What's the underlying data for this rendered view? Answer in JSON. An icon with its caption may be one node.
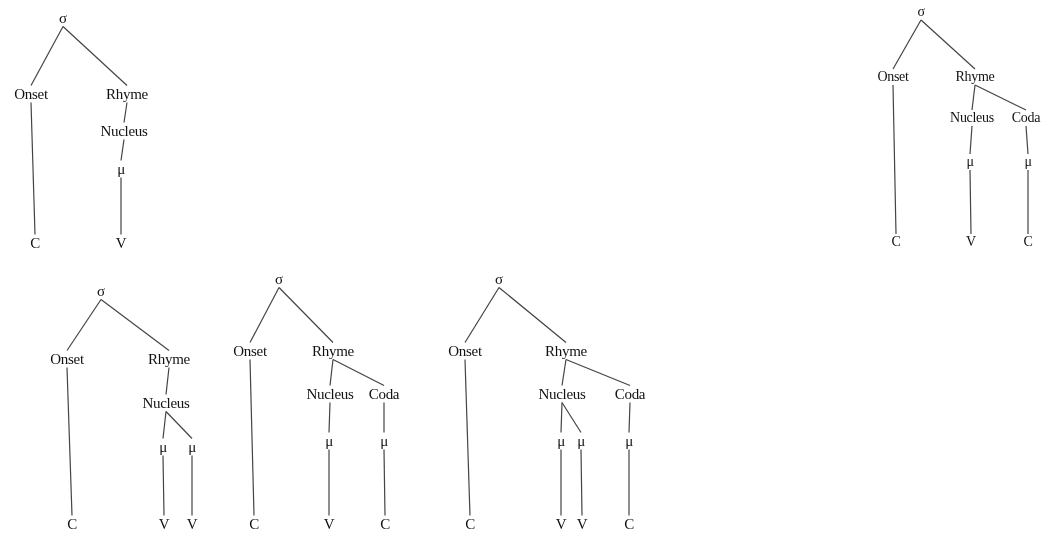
{
  "diagram": {
    "nodes": [
      {
        "text": [
          "σ"
        ]
      },
      {
        "text": [
          "Onset"
        ]
      },
      {
        "text": [
          "Rhyme"
        ]
      },
      {
        "text": [
          "Nucleus"
        ]
      },
      {
        "text": [
          "μ"
        ]
      },
      {
        "text": [
          "C"
        ]
      },
      {
        "text": [
          "V"
        ]
      },
      {
        "text": [
          "σ"
        ]
      },
      {
        "text": [
          "Onset"
        ]
      },
      {
        "text": [
          "Rhyme"
        ]
      },
      {
        "text": [
          "Nucleus"
        ]
      },
      {
        "text": [
          "Coda"
        ]
      },
      {
        "text": [
          "μ"
        ]
      },
      {
        "text": [
          "μ"
        ]
      },
      {
        "text": [
          "C"
        ]
      },
      {
        "text": [
          "V"
        ]
      },
      {
        "text": [
          "C"
        ]
      },
      {
        "text": [
          "σ"
        ]
      },
      {
        "text": [
          "Onset"
        ]
      },
      {
        "text": [
          "Rhyme"
        ]
      },
      {
        "text": [
          "Nucleus"
        ]
      },
      {
        "text": [
          "μ"
        ]
      },
      {
        "text": [
          "μ"
        ]
      },
      {
        "text": [
          "C"
        ]
      },
      {
        "text": [
          "V"
        ]
      },
      {
        "text": [
          "V"
        ]
      },
      {
        "text": [
          "σ"
        ]
      },
      {
        "text": [
          "Onset"
        ]
      },
      {
        "text": [
          "Rhyme"
        ]
      },
      {
        "text": [
          "Nucleus"
        ]
      },
      {
        "text": [
          "Coda"
        ]
      },
      {
        "text": [
          "μ"
        ]
      },
      {
        "text": [
          "μ"
        ]
      },
      {
        "text": [
          "C"
        ]
      },
      {
        "text": [
          "V"
        ]
      },
      {
        "text": [
          "C"
        ]
      },
      {
        "text": [
          "σ"
        ]
      },
      {
        "text": [
          "Onset"
        ]
      },
      {
        "text": [
          "Rhyme"
        ]
      },
      {
        "text": [
          "Nucleus"
        ]
      },
      {
        "text": [
          "Coda"
        ]
      },
      {
        "text": [
          "μ"
        ]
      },
      {
        "text": [
          "μ"
        ]
      },
      {
        "text": [
          "μ"
        ]
      },
      {
        "text": [
          "C"
        ]
      },
      {
        "text": [
          "V"
        ]
      },
      {
        "text": [
          "V"
        ]
      },
      {
        "text": [
          "C"
        ]
      }
    ],
    "edges": [
      {
        "from": 0,
        "to": 1,
        "arrow": "none"
      },
      {
        "from": 0,
        "to": 2,
        "arrow": "none"
      },
      {
        "from": 1,
        "to": 5,
        "arrow": "none"
      },
      {
        "from": 2,
        "to": 3,
        "arrow": "none"
      },
      {
        "from": 3,
        "to": 4,
        "arrow": "none"
      },
      {
        "from": 4,
        "to": 6,
        "arrow": "none"
      },
      {
        "from": 7,
        "to": 8,
        "arrow": "none"
      },
      {
        "from": 7,
        "to": 9,
        "arrow": "none"
      },
      {
        "from": 8,
        "to": 14,
        "arrow": "none"
      },
      {
        "from": 9,
        "to": 10,
        "arrow": "none"
      },
      {
        "from": 9,
        "to": 11,
        "arrow": "none"
      },
      {
        "from": 10,
        "to": 12,
        "arrow": "none"
      },
      {
        "from": 11,
        "to": 13,
        "arrow": "none"
      },
      {
        "from": 12,
        "to": 15,
        "arrow": "none"
      },
      {
        "from": 13,
        "to": 16,
        "arrow": "none"
      },
      {
        "from": 17,
        "to": 18,
        "arrow": "none"
      },
      {
        "from": 17,
        "to": 19,
        "arrow": "none"
      },
      {
        "from": 18,
        "to": 23,
        "arrow": "none"
      },
      {
        "from": 19,
        "to": 20,
        "arrow": "none"
      },
      {
        "from": 20,
        "to": 21,
        "arrow": "none"
      },
      {
        "from": 20,
        "to": 22,
        "arrow": "none"
      },
      {
        "from": 21,
        "to": 24,
        "arrow": "none"
      },
      {
        "from": 22,
        "to": 25,
        "arrow": "none"
      },
      {
        "from": 26,
        "to": 27,
        "arrow": "none"
      },
      {
        "from": 26,
        "to": 28,
        "arrow": "none"
      },
      {
        "from": 27,
        "to": 33,
        "arrow": "none"
      },
      {
        "from": 28,
        "to": 29,
        "arrow": "none"
      },
      {
        "from": 28,
        "to": 30,
        "arrow": "none"
      },
      {
        "from": 29,
        "to": 31,
        "arrow": "none"
      },
      {
        "from": 30,
        "to": 32,
        "arrow": "none"
      },
      {
        "from": 31,
        "to": 34,
        "arrow": "none"
      },
      {
        "from": 32,
        "to": 35,
        "arrow": "none"
      },
      {
        "from": 36,
        "to": 37,
        "arrow": "none"
      },
      {
        "from": 36,
        "to": 38,
        "arrow": "none"
      },
      {
        "from": 37,
        "to": 44,
        "arrow": "none"
      },
      {
        "from": 38,
        "to": 39,
        "arrow": "none"
      },
      {
        "from": 38,
        "to": 40,
        "arrow": "none"
      },
      {
        "from": 39,
        "to": 41,
        "arrow": "none"
      },
      {
        "from": 39,
        "to": 42,
        "arrow": "none"
      },
      {
        "from": 40,
        "to": 43,
        "arrow": "none"
      },
      {
        "from": 41,
        "to": 45,
        "arrow": "none"
      },
      {
        "from": 42,
        "to": 46,
        "arrow": "none"
      },
      {
        "from": 43,
        "to": 47,
        "arrow": "none"
      }
    ]
  }
}
